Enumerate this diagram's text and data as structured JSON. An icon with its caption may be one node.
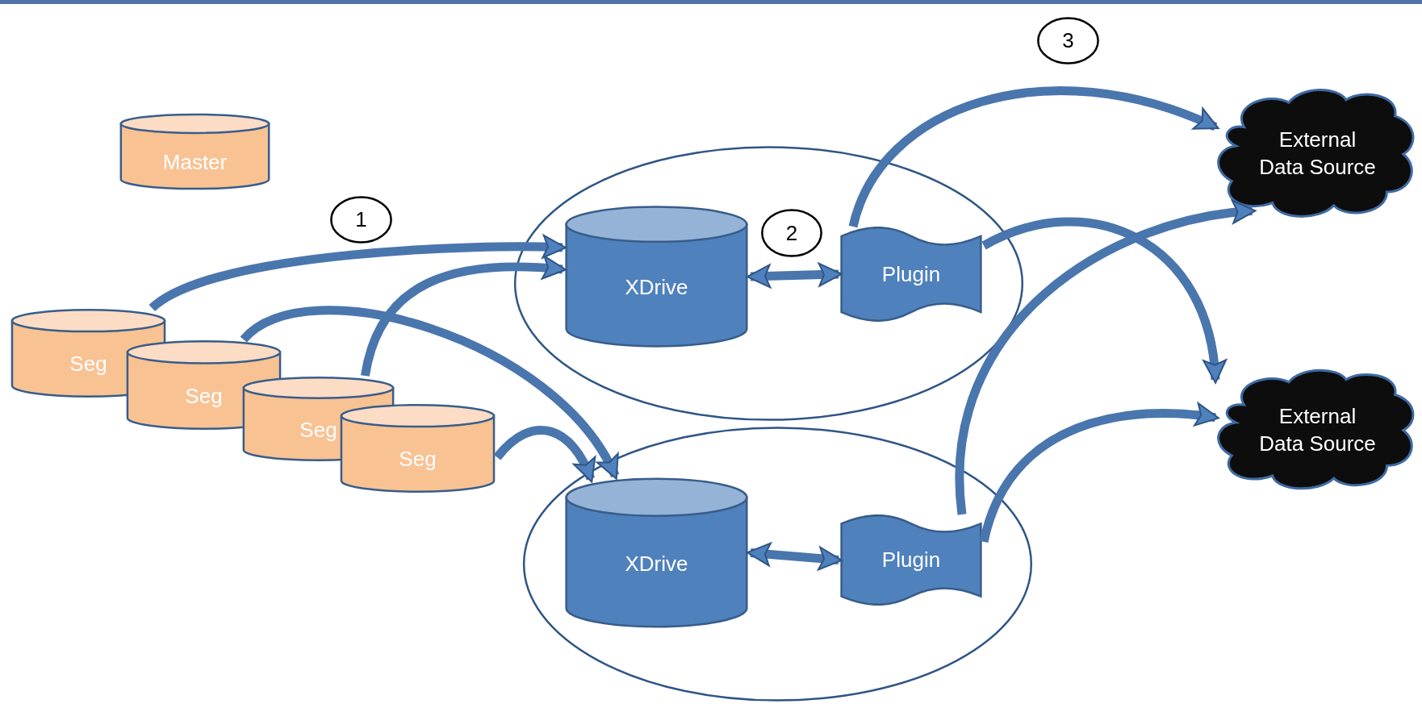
{
  "diagram": {
    "nodes": [
      {
        "text": [
          "Master"
        ]
      },
      {
        "text": [
          "Seg"
        ]
      },
      {
        "text": [
          "Seg"
        ]
      },
      {
        "text": [
          "Seg"
        ]
      },
      {
        "text": [
          "Seg"
        ]
      },
      {
        "text": [],
        "shape": "ellipse"
      },
      {
        "text": [
          "XDrive"
        ],
        "in": 5
      },
      {
        "text": [
          "Plugin"
        ],
        "in": 5
      },
      {
        "text": [],
        "shape": "ellipse"
      },
      {
        "text": [
          "XDrive"
        ],
        "in": 8
      },
      {
        "text": [
          "Plugin"
        ],
        "in": 8
      },
      {
        "text": [
          "External Data Source"
        ]
      },
      {
        "text": [
          "External Data Source"
        ]
      },
      {
        "text": [
          "1"
        ]
      },
      {
        "text": [
          "2"
        ],
        "in": 5
      },
      {
        "text": [
          "3"
        ]
      }
    ],
    "edges": [
      {
        "from": 1,
        "to": 6,
        "arrow": "to"
      },
      {
        "from": 2,
        "to": 9,
        "arrow": "to"
      },
      {
        "from": 3,
        "to": 6,
        "arrow": "to"
      },
      {
        "from": 4,
        "to": 9,
        "arrow": "to"
      },
      {
        "from": 6,
        "to": 7,
        "arrow": "both"
      },
      {
        "from": 9,
        "to": 10,
        "arrow": "both"
      },
      {
        "from": 7,
        "to": 11,
        "arrow": "to"
      },
      {
        "from": 7,
        "to": 12,
        "arrow": "to"
      },
      {
        "from": 10,
        "to": 11,
        "arrow": "to"
      },
      {
        "from": 10,
        "to": 12,
        "arrow": "to"
      }
    ]
  }
}
